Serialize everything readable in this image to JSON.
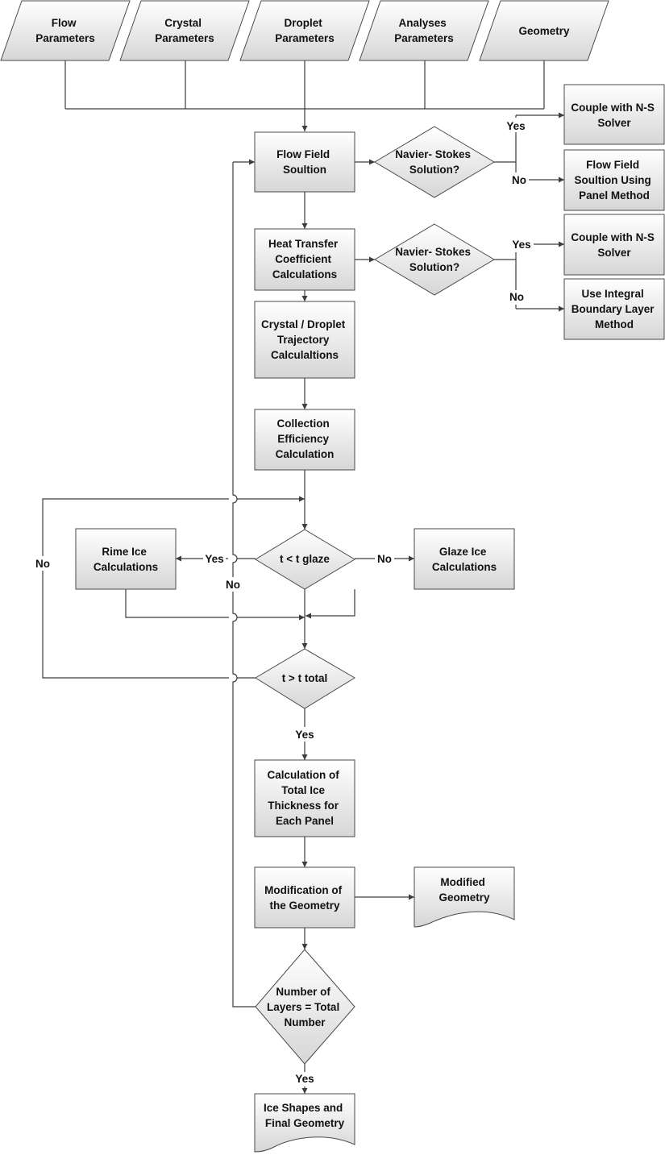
{
  "nodes": {
    "flow_params": [
      "Flow",
      "Parameters"
    ],
    "crystal_params": [
      "Crystal",
      "Parameters"
    ],
    "droplet_params": [
      "Droplet",
      "Parameters"
    ],
    "analyses_params": [
      "Analyses",
      "Parameters"
    ],
    "geometry": [
      "Geometry"
    ],
    "flow_field": [
      "Flow Field",
      "Soultion"
    ],
    "ns_decision_1": [
      "Navier- Stokes",
      "Solution?"
    ],
    "couple_ns_1": [
      "Couple with N-S",
      "Solver"
    ],
    "panel_method": [
      "Flow Field",
      "Soultion Using",
      "Panel Method"
    ],
    "heat_transfer": [
      "Heat Transfer",
      "Coefficient",
      "Calculations"
    ],
    "ns_decision_2": [
      "Navier- Stokes",
      "Solution?"
    ],
    "couple_ns_2": [
      "Couple with N-S",
      "Solver"
    ],
    "integral_bl": [
      "Use Integral",
      "Boundary Layer",
      "Method"
    ],
    "trajectory": [
      "Crystal / Droplet",
      "Trajectory",
      "Calculaltions"
    ],
    "collection_eff": [
      "Collection",
      "Efficiency",
      "Calculation"
    ],
    "t_glaze": [
      "t < t glaze"
    ],
    "rime_ice": [
      "Rime Ice",
      "Calculations"
    ],
    "glaze_ice": [
      "Glaze Ice",
      "Calculations"
    ],
    "t_total": [
      "t > t total"
    ],
    "total_thickness": [
      "Calculation of",
      "Total Ice",
      "Thickness for",
      "Each Panel"
    ],
    "modification": [
      "Modification of",
      "the Geometry"
    ],
    "modified_geometry": [
      "Modified",
      "Geometry"
    ],
    "layers_decision": [
      "Number of",
      "Layers = Total",
      "Number"
    ],
    "final_geometry": [
      "Ice Shapes and",
      "Final Geometry"
    ]
  },
  "edge_labels": {
    "ns1_yes": "Yes",
    "ns1_no": "No",
    "ns2_yes": "Yes",
    "ns2_no": "No",
    "glaze_yes": "Yes",
    "glaze_no": "No",
    "total_no": "No",
    "total_yes": "Yes",
    "layers_no": "No",
    "layers_yes": "Yes"
  },
  "colors": {
    "box_fill_top": "#ffffff",
    "box_fill_bottom": "#d6d6d6",
    "stroke": "#4a4a4a",
    "line": "#3c3c3c",
    "text": "#111111"
  }
}
